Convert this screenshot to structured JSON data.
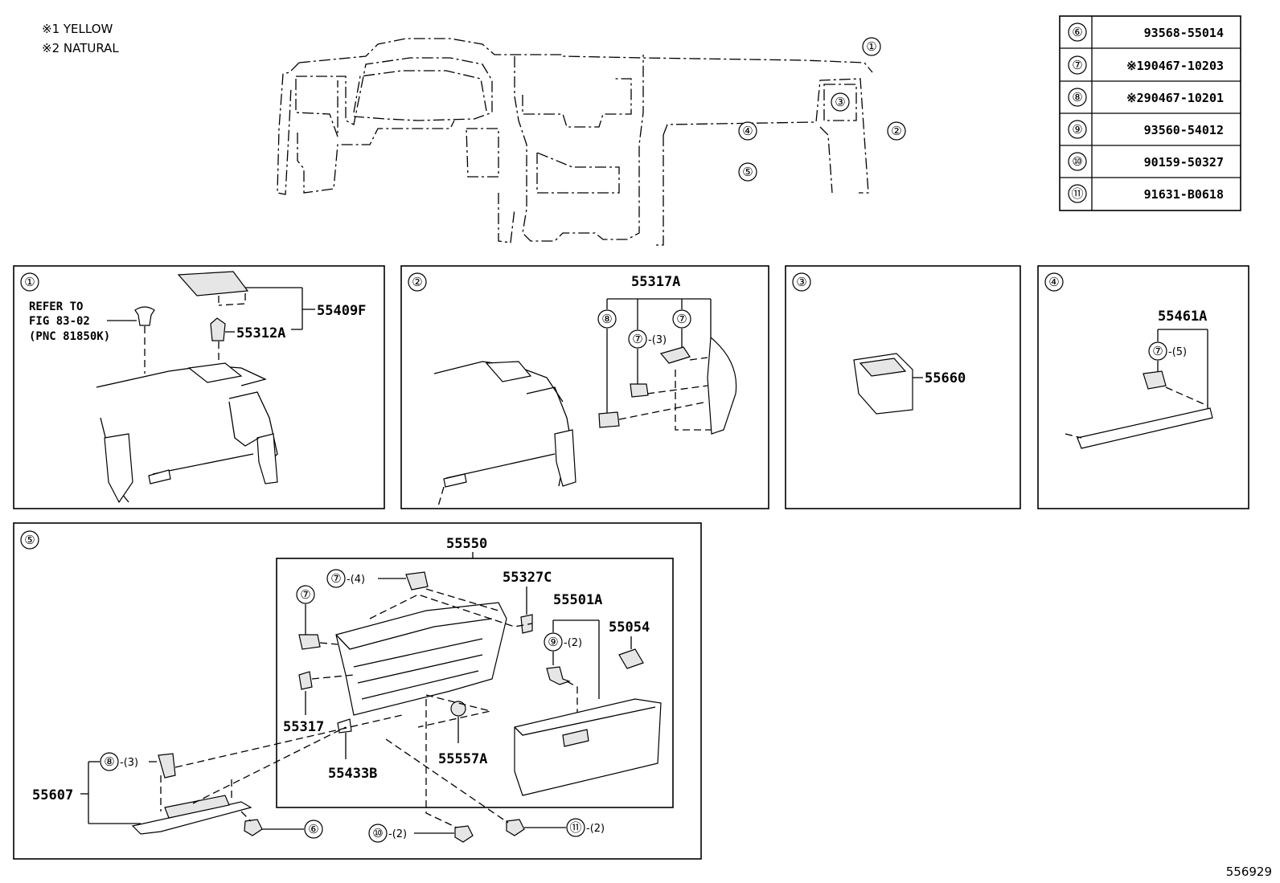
{
  "notes": {
    "note1": "※1 YELLOW",
    "note2": "※2 NATURAL"
  },
  "refs": [
    "①",
    "②",
    "③",
    "④",
    "⑤",
    "⑥",
    "⑦",
    "⑧",
    "⑨",
    "⑩",
    "⑪"
  ],
  "table": [
    {
      "ref": "⑥",
      "part": "93568-55014"
    },
    {
      "ref": "⑦",
      "part": "※190467-10203"
    },
    {
      "ref": "⑧",
      "part": "※290467-10201"
    },
    {
      "ref": "⑨",
      "part": "93560-54012"
    },
    {
      "ref": "⑩",
      "part": "90159-50327"
    },
    {
      "ref": "⑪",
      "part": "91631-B0618"
    }
  ],
  "panel1": {
    "refer1": "REFER TO",
    "refer2": "FIG 83-02",
    "refer3": "(PNC 81850K)",
    "p55409F": "55409F",
    "p55312A": "55312A"
  },
  "panel2": {
    "p55317A": "55317A",
    "qty3": "-(3)"
  },
  "panel3": {
    "p55660": "55660"
  },
  "panel4": {
    "p55461A": "55461A",
    "qty5": "-(5)"
  },
  "panel5": {
    "p55550": "55550",
    "p55327C": "55327C",
    "p55501A": "55501A",
    "p55054": "55054",
    "p55317": "55317",
    "p55433B": "55433B",
    "p55557A": "55557A",
    "p55607": "55607",
    "qty4": "-(4)",
    "qty2a": "-(2)",
    "qty3": "-(3)",
    "qty2b": "-(2)",
    "qty2c": "-(2)"
  },
  "figure_id": "556929"
}
